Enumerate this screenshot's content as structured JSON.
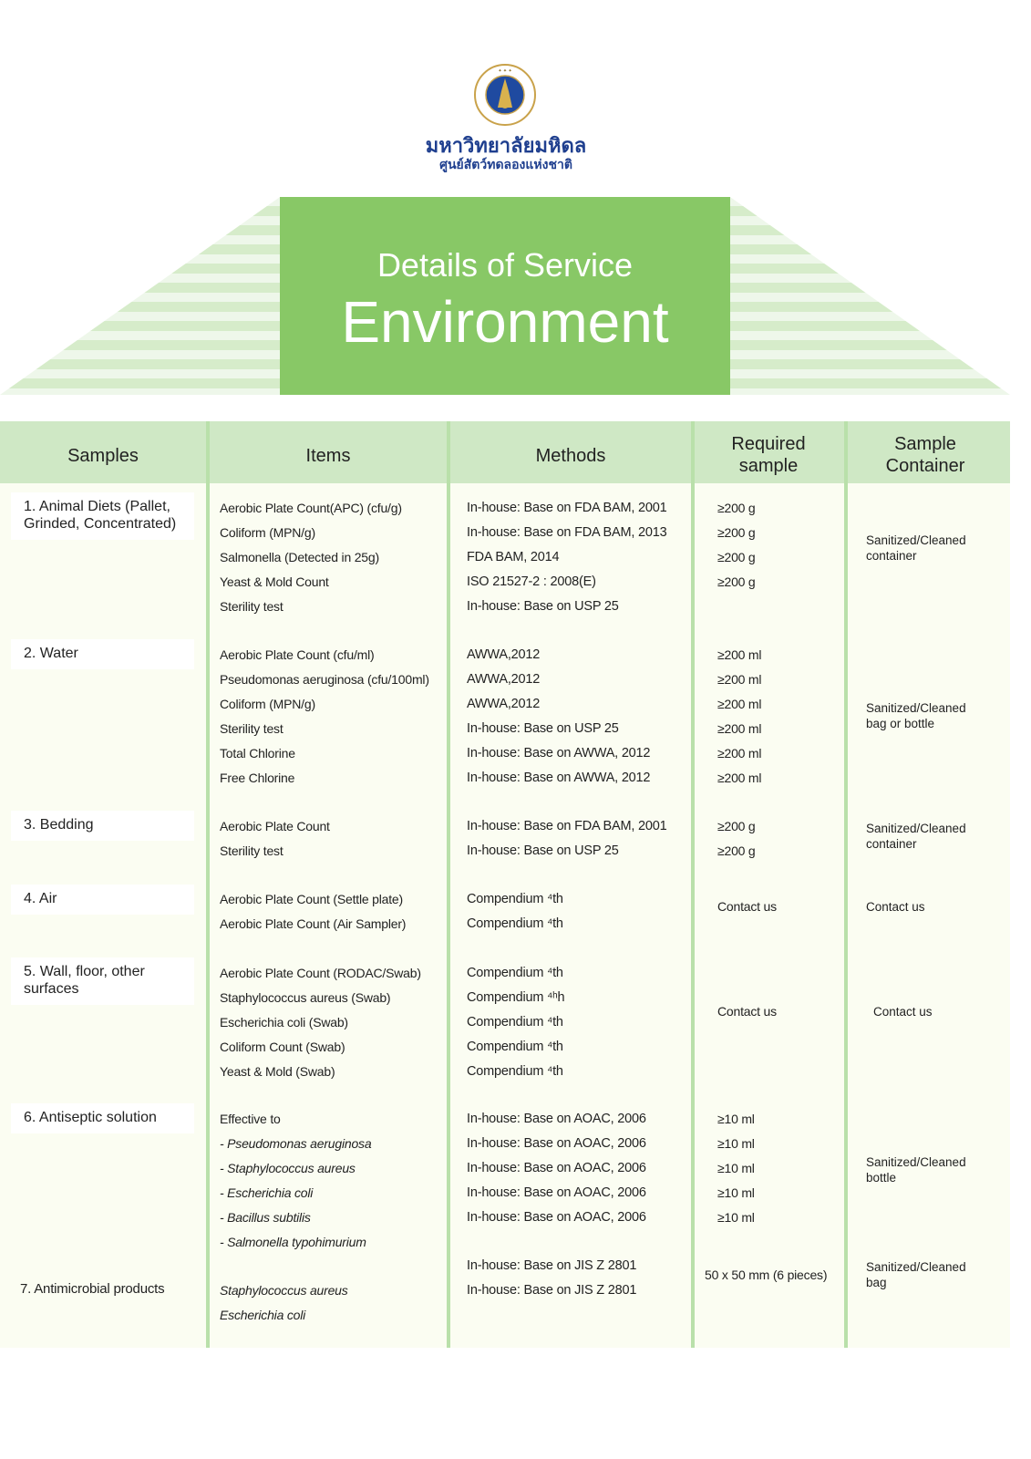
{
  "logo": {
    "seal_text": "มหาวิทยาลัยมหิดล",
    "name_th": "มหาวิทยาลัยมหิดล",
    "subtitle_th": "ศูนย์สัตว์ทดลองแห่งชาติ"
  },
  "banner": {
    "title": "Details of Service",
    "subtitle": "Environment"
  },
  "colors": {
    "banner": "#88c866",
    "header": "#cfe8c5",
    "body": "#fbfdf2",
    "text_thai": "#1f3f8f"
  },
  "table": {
    "headers": [
      "Samples",
      "Items",
      "Methods",
      "Required sample",
      "Sample Container"
    ],
    "sections": [
      {
        "sample": "1. Animal Diets (Pallet, Grinded, Concentrated)",
        "items": [
          {
            "text": "Aerobic Plate Count(APC) (cfu/g)"
          },
          {
            "text": "Coliform (MPN/g)"
          },
          {
            "text": "Salmonella (Detected in 25g)"
          },
          {
            "text": "Yeast & Mold Count"
          },
          {
            "text": "Sterility test"
          }
        ],
        "methods": [
          "In-house: Base on FDA BAM, 2001",
          "In-house: Base on FDA BAM, 2013",
          "FDA BAM, 2014",
          "ISO 21527-2 : 2008(E)",
          "In-house: Base on USP 25"
        ],
        "required": [
          "≥200 g",
          "≥200 g",
          "≥200 g",
          "≥200 g"
        ],
        "container": "Sanitized/Cleaned container"
      },
      {
        "sample": "2. Water",
        "items": [
          {
            "text": "Aerobic Plate Count  (cfu/ml)"
          },
          {
            "text": "Pseudomonas  aeruginosa (cfu/100ml)"
          },
          {
            "text": "Coliform (MPN/g)"
          },
          {
            "text": "Sterility test"
          },
          {
            "text": "Total Chlorine"
          },
          {
            "text": "Free Chlorine"
          }
        ],
        "methods": [
          "AWWA,2012",
          "AWWA,2012",
          "AWWA,2012",
          "In-house: Base on USP 25",
          "In-house: Base on AWWA, 2012",
          "In-house: Base on AWWA, 2012"
        ],
        "required": [
          "≥200 ml",
          "≥200 ml",
          "≥200 ml",
          "≥200 ml",
          "≥200 ml",
          "≥200 ml"
        ],
        "container": "Sanitized/Cleaned bag or bottle"
      },
      {
        "sample": "3. Bedding",
        "items": [
          {
            "text": "Aerobic Plate Count"
          },
          {
            "text": "Sterility test"
          }
        ],
        "methods": [
          "In-house: Base on FDA BAM, 2001",
          "In-house: Base on USP 25"
        ],
        "required": [
          "≥200 g",
          "≥200 g"
        ],
        "container": "Sanitized/Cleaned container"
      },
      {
        "sample": "4. Air",
        "items": [
          {
            "text": "Aerobic Plate Count (Settle plate)"
          },
          {
            "text": "Aerobic Plate Count (Air Sampler)"
          }
        ],
        "methods": [
          "Compendium ⁴th",
          "Compendium ⁴th"
        ],
        "required_note": "Contact us",
        "container": "Contact us"
      },
      {
        "sample": "5. Wall, floor, other surfaces",
        "items": [
          {
            "text": "Aerobic Plate Count (RODAC/Swab)"
          },
          {
            "text": "Staphylococcus  aureus (Swab)"
          },
          {
            "text": "Escherichia coli (Swab)"
          },
          {
            "text": "Coliform Count (Swab)"
          },
          {
            "text": "Yeast & Mold (Swab)"
          }
        ],
        "methods": [
          "Compendium ⁴th",
          "Compendium ⁴ʰh",
          "Compendium ⁴th",
          "Compendium ⁴th",
          "Compendium ⁴th"
        ],
        "required_note": "Contact us",
        "container": "Contact us"
      },
      {
        "sample": "6. Antiseptic solution",
        "items": [
          {
            "text": "Effective to"
          },
          {
            "text": "- Pseudomonas  aeruginosa",
            "italic": true
          },
          {
            "text": "- Staphylococcus  aureus",
            "italic": true
          },
          {
            "text": "- Escherichia coli",
            "italic": true
          },
          {
            "text": "- Bacillus subtilis",
            "italic": true
          },
          {
            "text": "- Salmonella typohimurium",
            "italic": true
          }
        ],
        "methods": [
          "In-house: Base on AOAC, 2006",
          "In-house: Base on AOAC, 2006",
          "In-house: Base on AOAC, 2006",
          "In-house: Base on AOAC, 2006",
          "In-house: Base on AOAC, 2006"
        ],
        "required": [
          "≥10 ml",
          "≥10 ml",
          "≥10 ml",
          "≥10 ml",
          "≥10 ml"
        ],
        "container": "Sanitized/Cleaned bottle"
      },
      {
        "sample": "7. Antimicrobial products",
        "items": [
          {
            "text": "Staphylococcus  aureus",
            "italic": true
          },
          {
            "text": "Escherichia coli",
            "italic": true
          }
        ],
        "methods": [
          "In-house: Base on JIS Z 2801",
          "In-house: Base on JIS Z 2801"
        ],
        "required_note": "50 x 50 mm (6 pieces)",
        "container": "Sanitized/Cleaned bag"
      }
    ]
  }
}
